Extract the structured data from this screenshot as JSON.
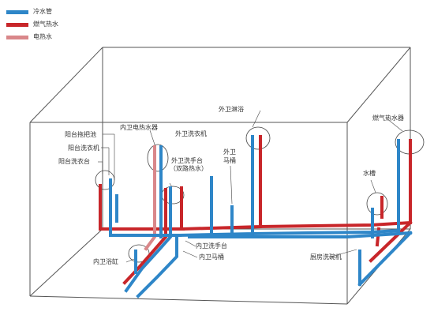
{
  "legend": [
    {
      "label": "冷水管",
      "color": "#2e86c8"
    },
    {
      "label": "燃气热水",
      "color": "#c8262a"
    },
    {
      "label": "电热水",
      "color": "#d9878a"
    }
  ],
  "labels": {
    "balcony_mop_pool": "阳台拖把池",
    "balcony_washer": "阳台洗衣机",
    "balcony_washbasin": "阳台洗衣台",
    "inner_bath_electric_heater": "内卫电热水器",
    "outer_bath_washer": "外卫洗衣机",
    "outer_bath_washbasin": "外卫洗手台",
    "dual_heat_source": "（双路热水）",
    "outer_bath": "外卫",
    "toilet": "马桶",
    "outer_bath_shower": "外卫淋浴",
    "gas_water_heater": "燃气热水器",
    "sink": "水槽",
    "inner_bathtub": "内卫浴缸",
    "inner_bath_washbasin": "内卫洗手台",
    "inner_bath_toilet": "内卫马桶",
    "kitchen_dishwasher": "厨房洗碗机"
  }
}
